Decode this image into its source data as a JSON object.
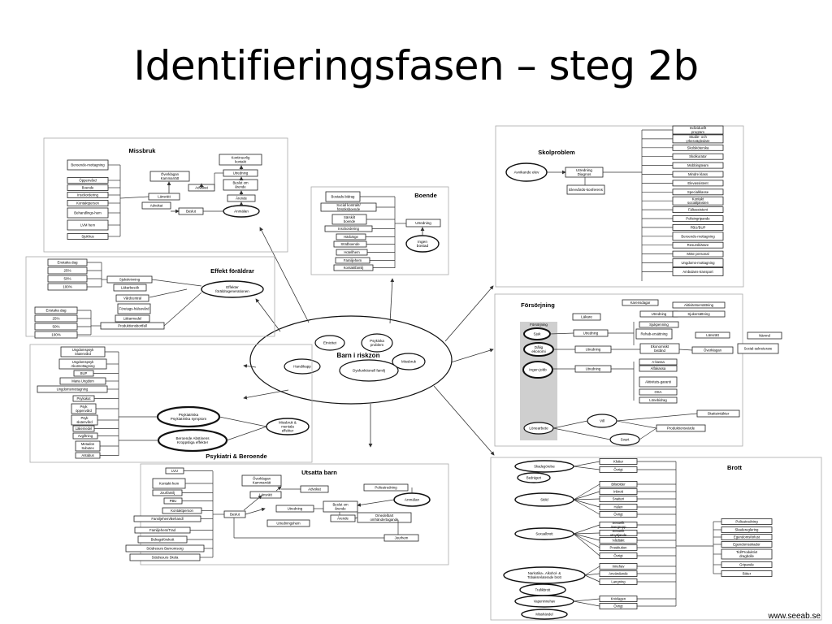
{
  "slide": {
    "title": "Identifieringsfasen – steg 2b",
    "credit": "www.seeab.se"
  },
  "center": {
    "title": "Barn i riskzon",
    "items": [
      "Etnicitet",
      "Psykiska problem",
      "Missbruk",
      "Dysfunktionell familj",
      "Handikapp"
    ]
  },
  "panels": {
    "missbruk": {
      "title": "Missbruk",
      "left": [
        "Beroende-mottagning",
        "Öppenvård",
        "Boende",
        "Insckordering",
        "Kontaktperson",
        "Behandlings-hem",
        "LVM hem",
        "Sjukhus"
      ],
      "mid": [
        "Överklagan Kammarrätt",
        "Länsrätt",
        "Advokat",
        "Advokat",
        "Beslut"
      ],
      "right": [
        "Kontinuerlig kontakt",
        "Utredning",
        "Beslut om årende",
        "Ärende",
        "Anmälan"
      ]
    },
    "boende": {
      "title": "Boende",
      "left": [
        "Bostads-bidrag",
        "Social kontrakt/ försöksboende",
        "Särskilt boende",
        "Insckordering",
        "Härbärge",
        "Stödboende",
        "Hotellhem",
        "Familjehem",
        "Kontaktfamilj"
      ],
      "right": [
        "Utredning",
        "Ingen bostad"
      ]
    },
    "skol": {
      "title": "Skolproblem",
      "left": [
        "Avvikande elev",
        "Utredning Diagnos",
        "Elevvårds-konferens"
      ],
      "right": [
        "Individuellt program",
        "Studie- och yrkesvägledare",
        "Skolsköterska",
        "Skolkurator",
        "Mobbingteam",
        "Mindre klass",
        "Elevassistent",
        "Specialklasse",
        "Kontakt socialtjänsten",
        "Fältassistent",
        "Polisingripande",
        "PBU/BUP",
        "Beroende-mottagning",
        "Resursklärare",
        "Möte personal",
        "Ungdoms-mottagning",
        "Ambulans-transport"
      ]
    },
    "effekt": {
      "title": "Effekt föräldrar",
      "left1": [
        "Enstaka dag",
        "25%",
        "50%",
        "100%"
      ],
      "left2": [
        "Enstaka dag",
        "25%",
        "50%",
        "100%"
      ],
      "mid": [
        "Sjukskrivning",
        "Läkarbesök",
        "Vårdcentral",
        "Företags-hälsovård",
        "Läkarmedel",
        "Produktionsbortfall"
      ],
      "oval": "Effekter föräldragenerationen"
    },
    "forsorj": {
      "title": "Försörjning",
      "left": [
        "Försörjning",
        "Läkare",
        "Sjuk",
        "Dålig ekonomi",
        "Ingen jobb",
        "Lönearbete"
      ],
      "items": [
        "Karensdagar",
        "Aktivitetsersättning",
        "Utredning",
        "Sjukersättning",
        "Sjukpenning",
        "Rehab-ersättning",
        "Utredning",
        "Länsrätt",
        "Nämnd",
        "Ekonomiskt bistånd",
        "Överklagan",
        "Social-sekreterare",
        "Utredning",
        "A-kassa",
        "Alfakassa",
        "Aktivitets-garanti",
        "OSA",
        "Lönebidrag",
        "Vill",
        "Svart",
        "Skatteintäkter",
        "Produktionsvärde",
        "Utredning"
      ]
    },
    "psyk": {
      "title": "Psykiatri & Beroende",
      "left": [
        "Ungdomspsyk Slutenvård",
        "Ungdomspsyk Akutmottagning",
        "BUP",
        "Maria Ungdom",
        "Ungdomsmottagning",
        "Psykakut",
        "Psyk öppenvård",
        "Psyk slutenvård",
        "Läkemedel",
        "Avgiftning",
        "Metadon Subutex",
        "Antabus"
      ],
      "ovals": [
        "Psykiatriska Psykiatriska symptom",
        "Beroende Abstinens Kroppsliga effekter",
        "Missbruk & mentala effekter"
      ]
    },
    "utsatta": {
      "title": "Utsatta barn",
      "left": [
        "LVU",
        "Kontakt-hem",
        "Jourfamilj",
        "PBU",
        "Kontaktperson",
        "Familjehem/Behandl",
        "Familjehem/Trad",
        "Bidragsförskott",
        "Stödresurs Barnomsorg",
        "Stödresurs Skola"
      ],
      "mid": [
        "Överklagan Kammarrätt",
        "Länsrätt",
        "Advokat",
        "Beslut",
        "Utredning",
        "Utredningshem",
        "Beslut om årende",
        "Ärende",
        "Polisutredning",
        "Anmälan",
        "Omedelbart omhändertagande",
        "Jourhem"
      ]
    },
    "brott": {
      "title": "Brott",
      "left": [
        "Skadegörelse",
        "Bedrägeri",
        "Stöld",
        "Sexualbrott",
        "Narkotika-, Alkohol- & Tobaksrelaterade brott",
        "Trafikbrott",
        "Vapeninnehav",
        "Misshändel"
      ],
      "mid": [
        "Klotter",
        "Övrigt",
        "Bilstölder",
        "Inbrott",
        "Snatteri",
        "Häleri",
        "Övrigt",
        "Sexuellt övergrepp",
        "Sexuellt utnyttjande",
        "Våldtäkt",
        "Prostitution",
        "Övrigt",
        "Innehav",
        "Användande",
        "Langning",
        "Knivlagen",
        "Övrigt"
      ],
      "right": [
        "Polisutredning",
        "Skadereglering",
        "Egendomsförlust",
        "Egendomsskador",
        "Tid/Produktivt dragbolle",
        "Gripande",
        "Böter"
      ]
    }
  }
}
